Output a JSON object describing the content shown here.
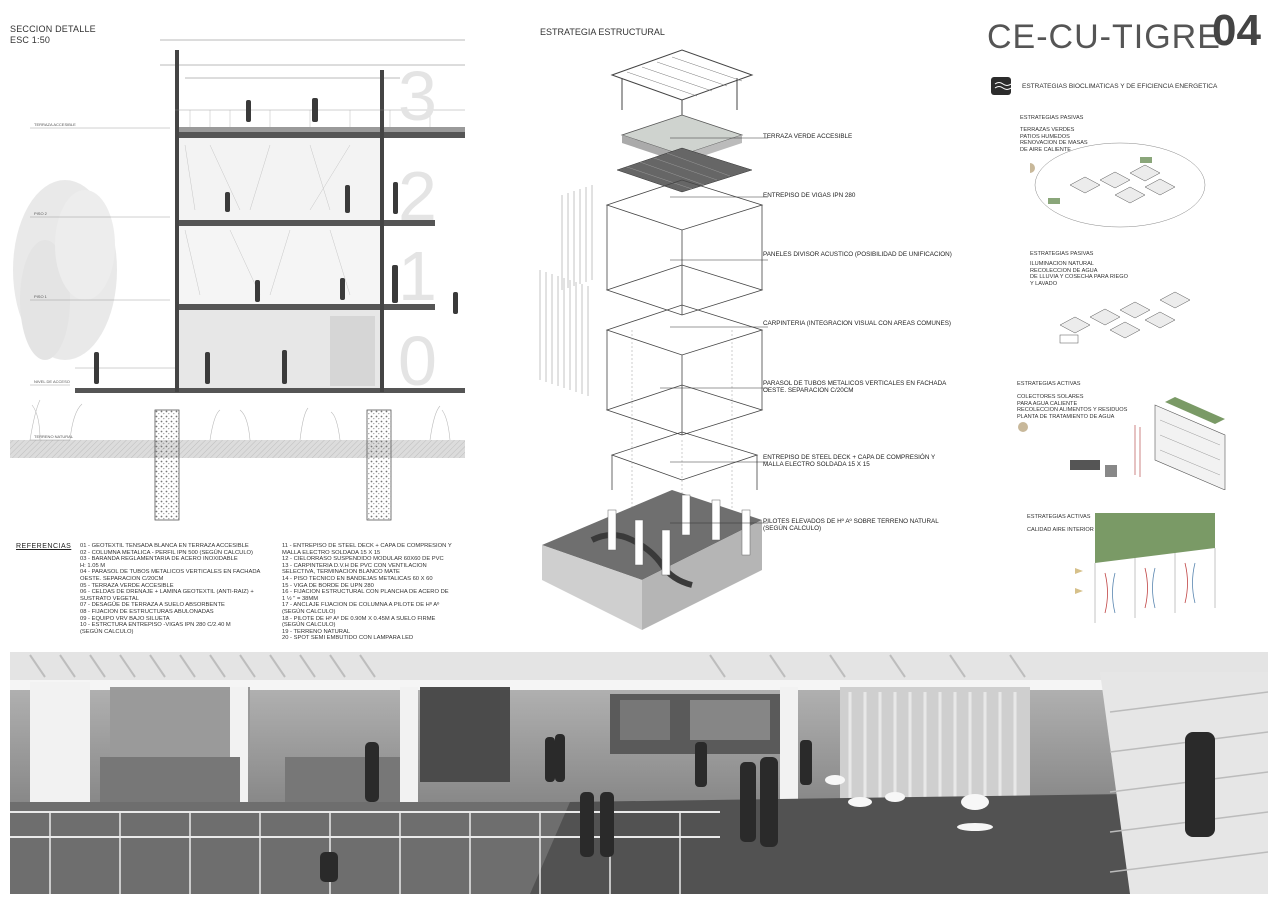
{
  "section": {
    "title": "SECCION DETALLE",
    "scale": "ESC 1:50",
    "floor_numbers": [
      "3",
      "2",
      "1",
      "0"
    ],
    "level_labels": [
      "TERRAZA ACCESIBLE",
      "PISO 2",
      "PISO 1",
      "NIVEL DE ACCESO",
      "TERRENO NATURAL"
    ]
  },
  "references": {
    "heading": "REFERENCIAS",
    "col1": [
      "01 - GEOTEXTIL TENSADA BLANCA EN TERRAZA ACCESIBLE",
      "02 - COLUMNA METALICA - PERFIL IPN 500 (SEGÚN CALCULO)",
      "03 - BARANDA REGLAMENTARIA DE ACERO INOXIDABLE",
      "h: 1.05 m",
      "04 - PARASOL DE TUBOS METALICOS VERTICALES EN FACHADA",
      "OESTE. SEPARACION C/20cm",
      "05 - TERRAZA VERDE ACCESIBLE",
      "06 - CELDAS DE DRENAJE + LAMINA GEOTEXTIL (ANTI-RAIZ) +",
      "SUSTRATO VEGETAL",
      "07 - DESAGÜE DE TERRAZA A SUELO ABSORBENTE",
      "08 - FIJACION DE ESTRUCTURAS ABULONADAS",
      "09 - EQUIPO VRV BAJO SILUETA",
      "10 - ESTRCTURA ENTREPISO -VIGAS IPN 280 C/2.40 m",
      "(SEGÚN CALCULO)"
    ],
    "col2": [
      "11 - ENTREPISO DE STEEL DECK + CAPA DE COMPRESION Y",
      "MALLA ELECTRO SOLDADA 15 x 15",
      "12 - CIELORRASO SUSPENDIDO MODULAR 60x60 DE PVC",
      "13 - CARPINTERIA D.V.H DE PVC CON VENTILACION",
      "SELECTIVA, TERMINACION BLANCO MATE",
      "14 - PISO TECNICO EN BANDEJAS METALICAS 60 x 60",
      "15 - VIGA DE BORDE DE UPN 280",
      "16 - FIJACION ESTRUCTURAL CON PLANCHA DE ACERO DE",
      "1 ½ \" = 38mm",
      "17 - ANCLAJE FIJACION DE COLUMNA A PILOTE DE Hº Aº",
      "(SEGÚN CALCULO)",
      "18 - PILOTE DE Hº Aº DE 0.90m X 0.45m A SUELO FIRME",
      "(SEGÚN CALCULO)",
      "19 - TERRENO NATURAL",
      "20 - SPOT SEMI EMBUTIDO CON LAMPARA LED"
    ]
  },
  "structure": {
    "title": "ESTRATEGIA ESTRUCTURAL",
    "callouts": [
      "TERRAZA VERDE ACCESIBLE",
      "ENTREPISO DE VIGAS IPN 280",
      "PANELES DIVISOR ACUSTICO (POSIBILIDAD DE UNIFICACION)",
      "CARPINTERIA (INTEGRACION VISUAL CON AREAS COMUNES)",
      "PARASOL DE TUBOS METALICOS VERTICALES EN FACHADA OESTE. SEPARACION C/20cm",
      "ENTREPISO DE STEEL DECK + CAPA DE COMPRESIÓN Y MALLA ELECTRO SOLDADA 15 x 15",
      "PILOTES ELEVADOS DE Hº Aº SOBRE TERRENO NATURAL (SEGÚN CALCULO)"
    ]
  },
  "header": {
    "title": "CE-CU-TIGRE",
    "sheet_number": "04"
  },
  "strategies": {
    "title": "ESTRATEGIAS BIOCLIMATICAS Y DE EFICIENCIA ENERGETICA",
    "blocks": [
      {
        "heading": "ESTRATEGIAS PASIVAS",
        "lines": [
          "TERRAZAS VERDES",
          "PATIOS HUMEDOS",
          "RENOVACION DE MASAS",
          "de aire caliente"
        ]
      },
      {
        "heading": "ESTRATEGIAS PASIVAS",
        "lines": [
          "ILUMINACION NATURAL",
          "RECOLECCION DE AGUA",
          "de lluvia y cosecha para riego",
          "y lavado"
        ]
      },
      {
        "heading": "ESTRATEGIAS ACTIVAS",
        "lines": [
          "COLECTORES SOLARES",
          "para agua caliente",
          "RECOLECCION alimentos y residuos",
          "PLANTA DE TRATAMIENTO de agua"
        ]
      },
      {
        "heading": "ESTRATEGIAS ACTIVAS",
        "lines": [
          "CALIDAD AIRE INTERIOR"
        ]
      }
    ]
  },
  "colors": {
    "ink": "#222222",
    "green": "#7a9a66",
    "concrete": "#9a9a9a",
    "render_dark": "#5c5c5c"
  }
}
